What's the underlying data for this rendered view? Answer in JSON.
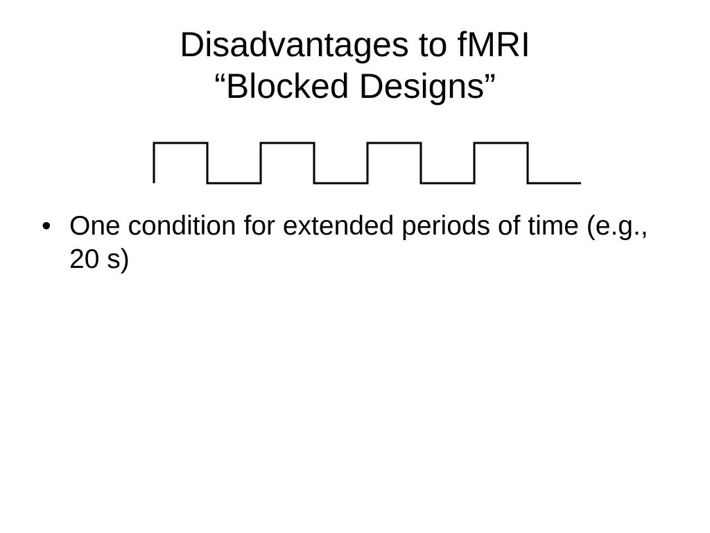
{
  "slide": {
    "title_line1": "Disadvantages to fMRI",
    "title_line2": "“Blocked Designs”",
    "bullet_symbol": "•",
    "bullets": [
      "One condition for extended periods of time (e.g., 20 s)"
    ]
  },
  "waveform": {
    "pattern": [
      1,
      0,
      1,
      0,
      1,
      0,
      1,
      0
    ],
    "color": "#000000"
  }
}
